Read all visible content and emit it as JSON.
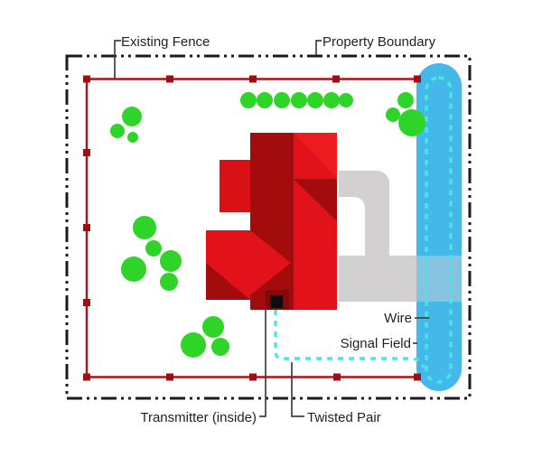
{
  "diagram": {
    "labels": {
      "existing_fence": "Existing Fence",
      "property_boundary": "Property Boundary",
      "wire": "Wire",
      "signal_field": "Signal Field",
      "transmitter": "Transmitter (inside)",
      "twisted_pair": "Twisted Pair"
    },
    "colors": {
      "background": "#ffffff",
      "boundary_line": "#1b1b1b",
      "fence_line": "#b01116",
      "fence_post": "#9c0f13",
      "house_red_bright": "#e2121a",
      "house_red_brighter": "#ee1b1e",
      "house_red_dark": "#a30c0c",
      "house_wing_red": "#d91016",
      "transmitter_pad": "#870808",
      "transmitter_black": "#0d0d0d",
      "tree_green": "#2ed427",
      "driveway_gray": "#d2d0d0",
      "signal_field_blue": "#45b8ea",
      "wire_cyan": "#49e5e7",
      "label_text": "#231f20",
      "leader_line": "#404040"
    }
  }
}
